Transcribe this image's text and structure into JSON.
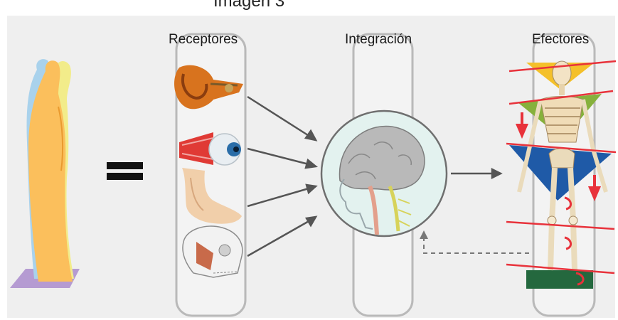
{
  "caption": "Imagen 3",
  "columns": {
    "receptors": "Receptores",
    "integration": "Integración",
    "effectors": "Efectores"
  },
  "icons": {
    "body": "standing-body-posture-icon",
    "equals": "equals-sign-icon",
    "ear": "ear-icon",
    "eye": "eye-icon",
    "foot": "foot-icon",
    "skull": "skull-jaw-icon",
    "brain": "brain-spinal-cord-icon",
    "skeleton": "skeleton-icon"
  },
  "colors": {
    "background": "#efefef",
    "body_front": "#fbbf5c",
    "body_back_blue": "#a9d2ec",
    "body_back_yellow": "#f2ec8a",
    "platform": "#b59bd2",
    "arrow": "#555555",
    "brain_circle": "#e3f2ef",
    "effector_red": "#e8323b",
    "triangle_yellow": "#f4c02a",
    "triangle_green": "#86b13c",
    "triangle_blue": "#1f5aa7",
    "base_green": "#24683e"
  }
}
